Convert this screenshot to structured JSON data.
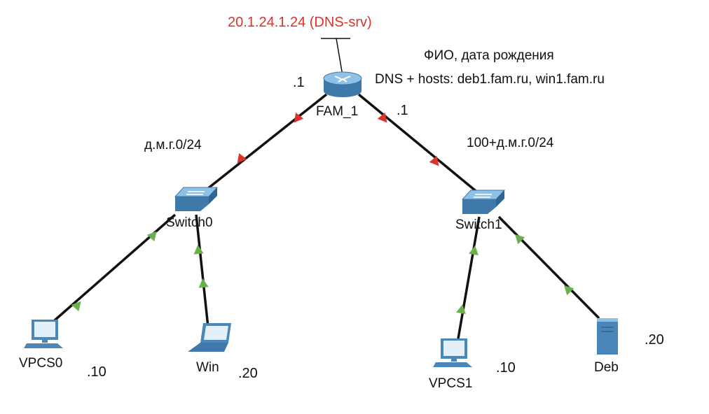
{
  "colors": {
    "link": "#111111",
    "link_down": "#d9342b",
    "link_up": "#6ab04c",
    "dns_label": "#d9342b",
    "device_blue": "#4a86b8"
  },
  "annotations": {
    "dns_server": "20.1.24.1.24 (DNS-srv)",
    "fio_line": "ФИО, дата рождения",
    "dns_hosts_line": "DNS + hosts: deb1.fam.ru, win1.fam.ru",
    "left_net": "д.м.г.0/24",
    "right_net": "100+д.м.г.0/24"
  },
  "nodes": {
    "router": {
      "name": "FAM_1",
      "icon": "router-icon",
      "left_ip": ".1",
      "right_ip": ".1"
    },
    "switch0": {
      "name": "Switch0",
      "icon": "switch-icon"
    },
    "switch1": {
      "name": "Switch1",
      "icon": "switch-icon"
    },
    "vpcs0": {
      "name": "VPCS0",
      "icon": "pc-icon",
      "ip": ".10"
    },
    "win": {
      "name": "Win",
      "icon": "laptop-icon",
      "ip": ".20"
    },
    "vpcs1": {
      "name": "VPCS1",
      "icon": "pc-icon",
      "ip": ".10"
    },
    "deb": {
      "name": "Deb",
      "icon": "server-icon",
      "ip": ".20"
    }
  }
}
